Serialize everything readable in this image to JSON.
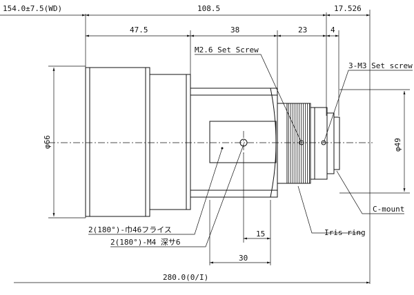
{
  "diagram": {
    "dims": {
      "wd": "154.0±7.5(WD)",
      "overall_housing": "108.5",
      "flange": "17.526",
      "d1": "47.5",
      "d2": "38",
      "d3": "23",
      "d4": "4",
      "outer_dia": "φ66",
      "mount_dia": "φ49",
      "hole_pos": "15",
      "flat_len": "30",
      "total": "280.0(0/I)"
    },
    "callouts": {
      "set_screw": "M2.6 Set Screw",
      "m3_screw": "3-M3 Set screw",
      "flats": "2(180°)-巾46フライス",
      "tapped": "2(180°)-M4 深サ6",
      "iris_ring": "Iris ring",
      "c_mount": "C-mount"
    }
  }
}
